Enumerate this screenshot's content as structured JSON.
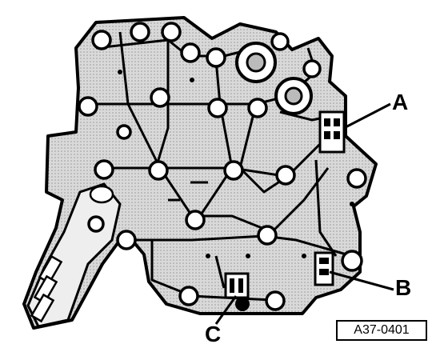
{
  "callouts": {
    "a": "A",
    "b": "B",
    "c": "C"
  },
  "figure_ref": "A37-0401",
  "colors": {
    "ink": "#000000",
    "paper": "#ffffff",
    "plate": "#e6e6e6"
  },
  "icons": {
    "bolt": "bolt-hole-icon",
    "solenoid": "solenoid-valve-icon",
    "connector": "wiring-connector-icon"
  }
}
